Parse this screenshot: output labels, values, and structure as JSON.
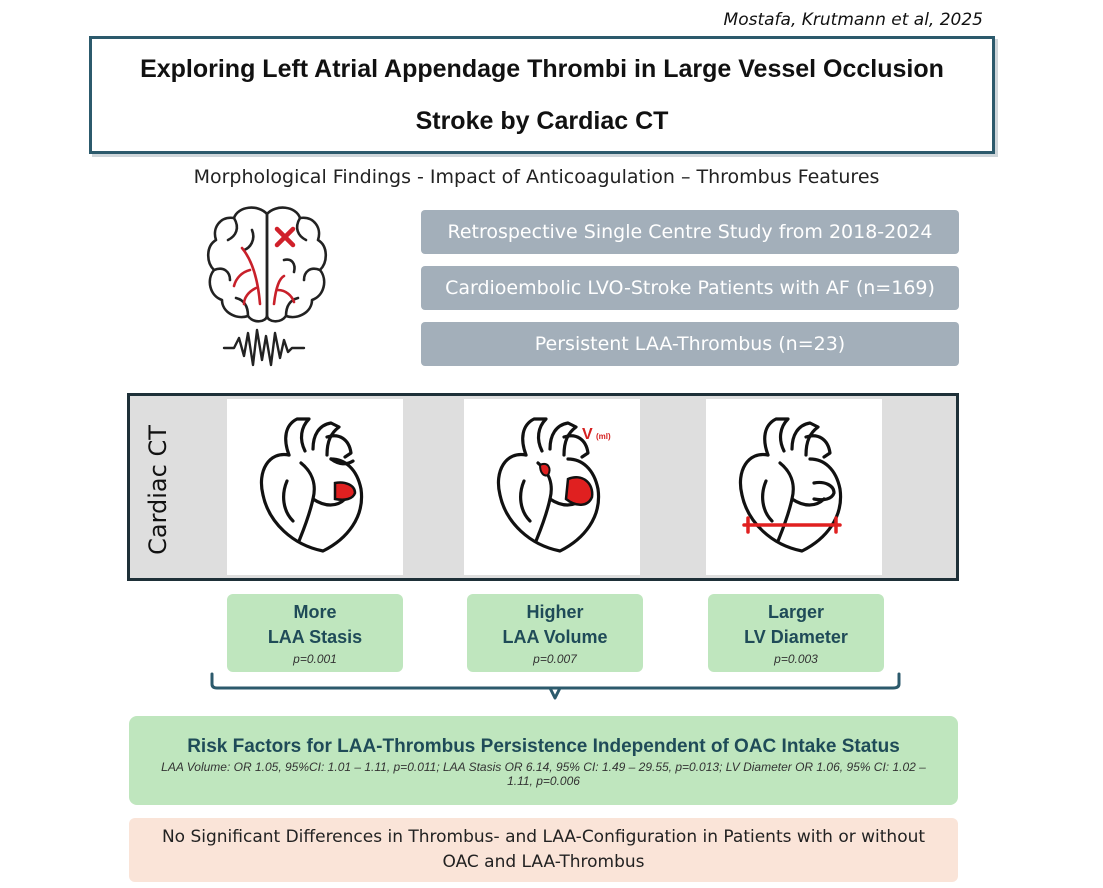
{
  "citation": "Mostafa, Krutmann et al, 2025",
  "title": {
    "line1": "Exploring Left Atrial Appendage Thrombi in Large Vessel Occlusion",
    "line2": "Stroke by Cardiac CT"
  },
  "subtitle": "Morphological Findings -  Impact of Anticoagulation – Thrombus Features",
  "study_bars": [
    "Retrospective Single Centre Study from 2018-2024",
    "Cardioembolic LVO-Stroke Patients with AF (n=169)",
    "Persistent LAA-Thrombus (n=23)"
  ],
  "ct_label": "Cardiac CT",
  "volume_label": {
    "v": "V",
    "unit": "(ml)"
  },
  "findings": [
    {
      "line1": "More",
      "line2": "LAA Stasis",
      "p": "p=0.001"
    },
    {
      "line1": "Higher",
      "line2": "LAA Volume",
      "p": "p=0.007"
    },
    {
      "line1": "Larger",
      "line2": "LV Diameter",
      "p": "p=0.003"
    }
  ],
  "risk": {
    "title": "Risk Factors for LAA-Thrombus Persistence Independent of OAC Intake Status",
    "stats": "LAA Volume: OR 1.05, 95%CI: 1.01 – 1.11, p=0.011; LAA Stasis OR 6.14, 95% CI: 1.49 – 29.55, p=0.013; LV Diameter OR 1.06, 95% CI: 1.02 – 1.11, p=0.006"
  },
  "no_difference": "No Significant Differences in Thrombus- and LAA-Configuration in Patients with or without OAC and LAA-Thrombus",
  "colors": {
    "title_border": "#2c5a6c",
    "study_bar": "#a3afba",
    "finding_bg": "#bfe6be",
    "finding_text": "#1f4b58",
    "thrombus_red": "#e02020",
    "no_diff_bg": "#fae4d8"
  }
}
